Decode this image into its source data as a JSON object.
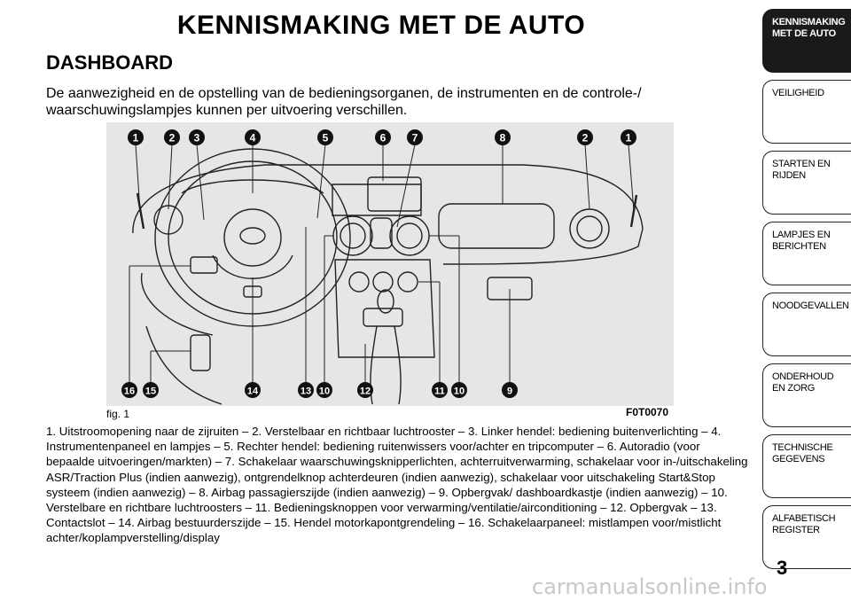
{
  "page": {
    "title": "KENNISMAKING MET DE AUTO",
    "section_title": "DASHBOARD",
    "intro": "De aanwezigheid en de opstelling van de bedieningsorganen, de instrumenten en de controle-/ waarschuwingslampjes kunnen per uitvoering verschillen.",
    "figure_label": "fig. 1",
    "figure_code": "F0T0070",
    "caption": "1. Uitstroomopening naar de zijruiten – 2. Verstelbaar en richtbaar luchtrooster – 3. Linker hendel: bediening buitenverlichting – 4. Instrumentenpaneel en lampjes – 5. Rechter hendel: bediening ruitenwissers voor/achter en tripcomputer – 6. Autoradio (voor bepaalde uitvoeringen/markten) – 7. Schakelaar waarschuwingsknipperlichten, achterruitverwarming, schakelaar voor in-/uitschakeling ASR/Traction Plus (indien aanwezig), ontgrendelknop achterdeuren (indien aanwezig), schakelaar voor uitschakeling Start&Stop systeem (indien aanwezig) – 8. Airbag passagierszijde (indien aanwezig) – 9. Opbergvak/ dashboardkastje (indien aanwezig) – 10. Verstelbare en richtbare luchtroosters – 11. Bedieningsknoppen voor verwarming/ventilatie/airconditioning – 12. Opbergvak – 13. Contactslot – 14. Airbag bestuurderszijde – 15. Hendel motorkapontgrendeling – 16. Schakelaarpaneel: mistlampen voor/mistlicht achter/koplampverstelling/display",
    "page_number": "3",
    "watermark": "carmanualsonline.info"
  },
  "callouts": {
    "top": [
      "1",
      "2",
      "3",
      "4",
      "5",
      "6",
      "7",
      "8",
      "2",
      "1"
    ],
    "bottom": [
      "16",
      "15",
      "14",
      "13",
      "10",
      "12",
      "11",
      "10",
      "9"
    ]
  },
  "tabs": [
    {
      "label": "KENNISMAKING MET DE AUTO",
      "active": true
    },
    {
      "label": "VEILIGHEID",
      "active": false
    },
    {
      "label": "STARTEN EN RIJDEN",
      "active": false
    },
    {
      "label": "LAMPJES EN BERICHTEN",
      "active": false
    },
    {
      "label": "NOODGEVALLEN",
      "active": false
    },
    {
      "label": "ONDERHOUD EN ZORG",
      "active": false
    },
    {
      "label": "TECHNISCHE GEGEVENS",
      "active": false
    },
    {
      "label": "ALFABETISCH REGISTER",
      "active": false
    }
  ],
  "colors": {
    "figure_bg": "#e6e6e6",
    "callout": "#111111",
    "tab_active": "#1a1a1a"
  }
}
